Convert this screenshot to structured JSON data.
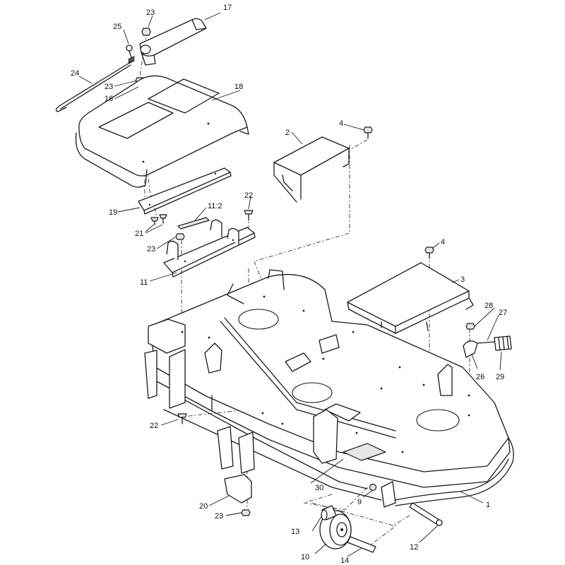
{
  "callouts": {
    "c1": "1",
    "c2": "2",
    "c3": "3",
    "c4a": "4",
    "c4b": "4",
    "c9": "9",
    "c10": "10",
    "c11": "11",
    "c11_2": "11:2",
    "c12": "12",
    "c13": "13",
    "c14": "14",
    "c16": "16",
    "c17": "17",
    "c18": "18",
    "c19": "19",
    "c20": "20",
    "c21": "21",
    "c22a": "22",
    "c22b": "22",
    "c23a": "23",
    "c23b": "23",
    "c23c": "23",
    "c23d": "23",
    "c24": "24",
    "c25": "25",
    "c26": "26",
    "c27": "27",
    "c28": "28",
    "c29": "29",
    "c30": "30"
  }
}
